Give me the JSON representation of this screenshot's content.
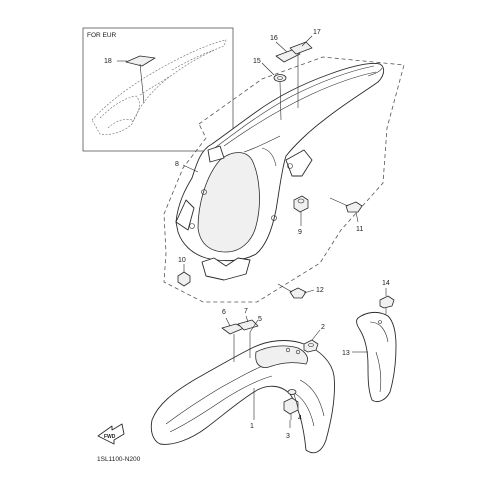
{
  "inset": {
    "title": "FOR EUR"
  },
  "drawing_code": "1SL1100-N200",
  "forward_arrow_label": "FWD",
  "callouts": {
    "c1": "1",
    "c2": "2",
    "c3": "3",
    "c4": "4",
    "c5": "5",
    "c6": "6",
    "c7": "7",
    "c8": "8",
    "c9": "9",
    "c10": "10",
    "c11": "11",
    "c12": "12",
    "c13": "13",
    "c14": "14",
    "c15": "15",
    "c16": "16",
    "c17": "17",
    "c18": "18"
  }
}
